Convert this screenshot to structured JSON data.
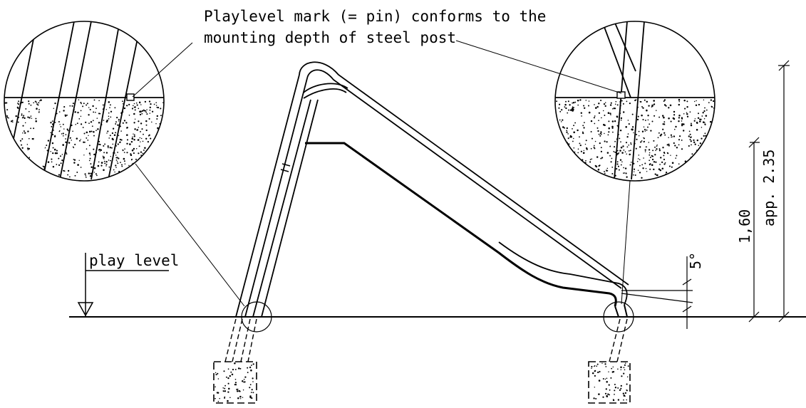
{
  "annotations": {
    "pin_note_line1": "Playlevel mark (= pin) conforms to the",
    "pin_note_line2": "mounting depth of steel post",
    "play_level": "play level"
  },
  "dimensions": {
    "height_total": "app. 2.35",
    "height_platform": "1,60",
    "exit_angle": "5°"
  },
  "colors": {
    "line": "#000000",
    "background": "#ffffff"
  }
}
